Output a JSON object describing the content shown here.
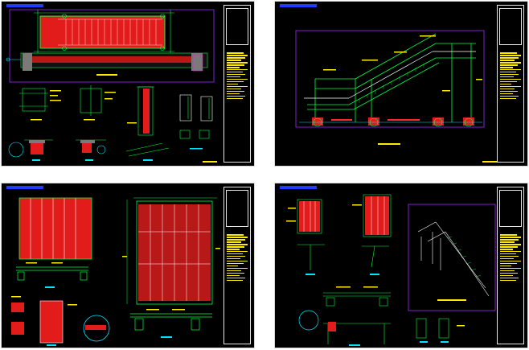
{
  "drawing": {
    "background_color": "#000000",
    "page_color": "#ffffff",
    "colors": {
      "hatch": "#e21b1b",
      "linework": "#00ff40",
      "text": "#ffea00",
      "frame": "#9b2bff",
      "title_tag": "#1e3cff",
      "dimension": "#00e5ff",
      "outline": "#ffffff"
    }
  },
  "sheets": [
    {
      "id": "sheet-1",
      "title": "",
      "content": "grating-walkway-plan-and-details"
    },
    {
      "id": "sheet-2",
      "title": "",
      "content": "stair-elevation"
    },
    {
      "id": "sheet-3",
      "title": "",
      "content": "grating-panel-layout"
    },
    {
      "id": "sheet-4",
      "title": "",
      "content": "stair-isometric-and-details"
    }
  ]
}
